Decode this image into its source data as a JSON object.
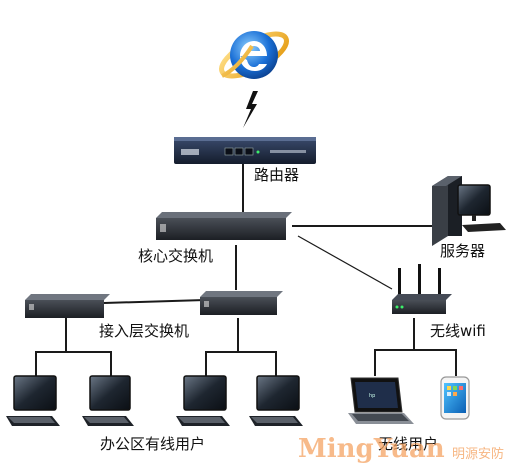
{
  "labels": {
    "router": "路由器",
    "core_switch": "核心交换机",
    "server": "服务器",
    "access_switch": "接入层交换机",
    "wireless_wifi": "无线wifi",
    "office_wired_users": "办公区有线用户",
    "wireless_users": "无线用户"
  },
  "watermark": {
    "latin": "MingYuan",
    "chinese": "明源安防"
  },
  "colors": {
    "line": "#1a1a1a",
    "device_dark": "#2b2f36",
    "router_blue": "#22304a",
    "ie_blue": "#1a6fd6",
    "ie_ring": "#f2b21b",
    "watermark_orange": "#f5a463"
  }
}
